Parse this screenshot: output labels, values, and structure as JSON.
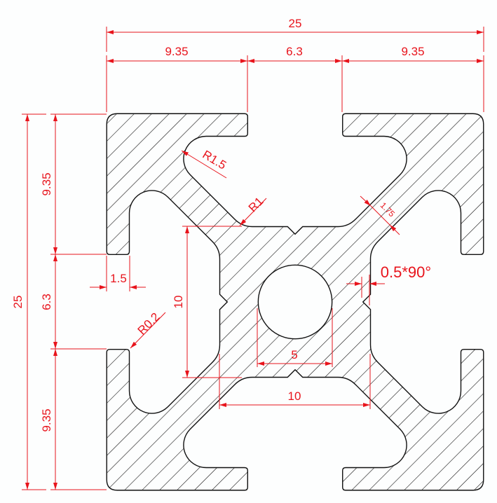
{
  "title": "Aluminium profile 25x25 cross-section",
  "colors": {
    "dimension": "#e8141c",
    "outline": "#111111",
    "hatch": "#111111",
    "background": "#fdfefe"
  },
  "dimensions": {
    "overall_width": "25",
    "overall_height": "25",
    "top_left_segment": "9.35",
    "top_slot_opening": "6.3",
    "top_right_segment": "9.35",
    "left_top_segment": "9.35",
    "left_slot_opening": "6.3",
    "left_bottom_segment": "9.35",
    "flange_thickness": "1.5",
    "core_height": "10",
    "core_width": "10",
    "hole_diameter": "5",
    "web_thickness": "1.75",
    "notch": "0.5*90°",
    "pocket_radius": "R1.5",
    "fillet_radius": "R1",
    "tip_radius": "R0.2"
  }
}
